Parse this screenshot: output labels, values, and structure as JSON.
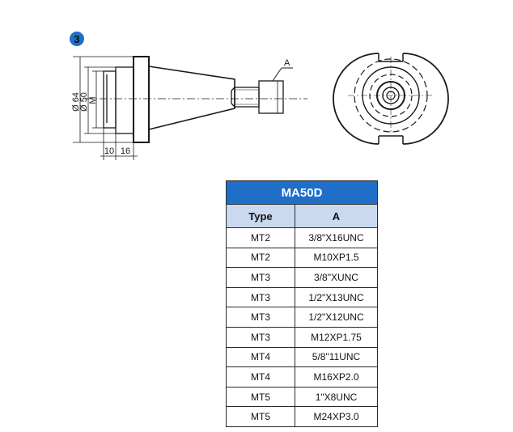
{
  "badge": {
    "number": "3",
    "color": "#1f6fc9"
  },
  "drawing": {
    "label_a": "A",
    "dim_d64": "Ø 64",
    "dim_d50": "Ø 50",
    "dim_m": "M",
    "dim_w10": "10",
    "dim_w16": "16"
  },
  "table": {
    "title": "MA50D",
    "headers": [
      "Type",
      "A"
    ],
    "rows": [
      [
        "MT2",
        "3/8\"X16UNC"
      ],
      [
        "MT2",
        "M10XP1.5"
      ],
      [
        "MT3",
        "3/8\"XUNC"
      ],
      [
        "MT3",
        "1/2\"X13UNC"
      ],
      [
        "MT3",
        "1/2\"X12UNC"
      ],
      [
        "MT3",
        "M12XP1.75"
      ],
      [
        "MT4",
        "5/8\"11UNC"
      ],
      [
        "MT4",
        "M16XP2.0"
      ],
      [
        "MT5",
        "1\"X8UNC"
      ],
      [
        "MT5",
        "M24XP3.0"
      ]
    ]
  }
}
